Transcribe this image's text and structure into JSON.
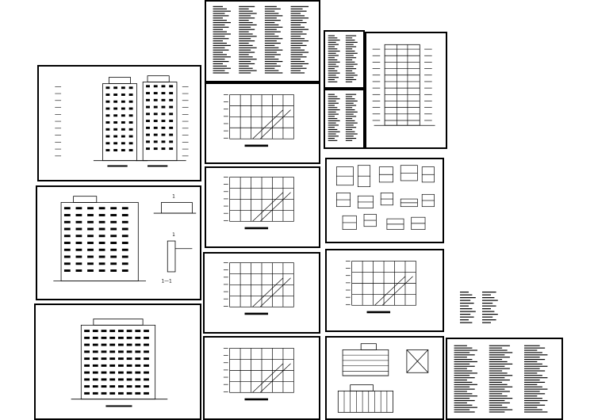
{
  "canvas": {
    "background": "#ffffff",
    "line_color": "#000000"
  },
  "sheets": [
    {
      "id": "s-elev-front-back",
      "type": "elevation-pair"
    },
    {
      "id": "s-elev-side-detail",
      "type": "elevation-with-section"
    },
    {
      "id": "s-elev-large",
      "type": "elevation-large"
    },
    {
      "id": "s-notes-top",
      "type": "notes-table"
    },
    {
      "id": "s-plan-1",
      "type": "floor-plan"
    },
    {
      "id": "s-plan-2",
      "type": "floor-plan"
    },
    {
      "id": "s-plan-3",
      "type": "floor-plan"
    },
    {
      "id": "s-plan-4",
      "type": "floor-plan"
    },
    {
      "id": "s-schedule-a",
      "type": "schedule-table"
    },
    {
      "id": "s-schedule-b",
      "type": "schedule-table"
    },
    {
      "id": "s-section",
      "type": "building-section"
    },
    {
      "id": "s-details",
      "type": "detail-sheet"
    },
    {
      "id": "s-roof-plan",
      "type": "floor-plan"
    },
    {
      "id": "s-stair-detail",
      "type": "detail-sheet"
    },
    {
      "id": "s-notes-bottom",
      "type": "notes-table"
    }
  ],
  "section_marks": [
    "1",
    "1",
    "1—1"
  ]
}
